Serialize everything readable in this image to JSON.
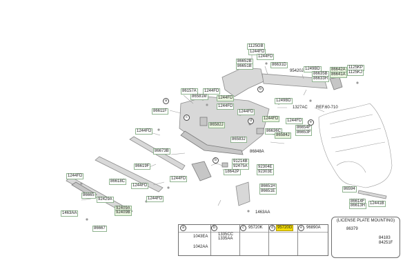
{
  "parts": {
    "p1125GB": "1125GB",
    "p1244FD_a": "1244FD",
    "p86652B": "86652B",
    "p86651B": "86651B",
    "p1244FD_b": "1244FD",
    "p86631D": "86631D",
    "p95420J": "95420J",
    "p1249BD_a": "1249BD",
    "p86635B": "86635B",
    "p86633H": "86633H",
    "p86642A": "86642A",
    "p86641A": "86641A",
    "p1125KP": "1125KP",
    "p1125KJ": "1125KJ",
    "p86157A": "86157A",
    "p1244FD_c": "1244FD",
    "p86581M": "86581M",
    "p1244FD_d": "1244FD",
    "p1249BD_b": "1249BD",
    "p1327AC": "1327AC",
    "pREF": "REF.60-710",
    "p86611F": "86611F",
    "p1244FD_e": "1244FD",
    "p1244FD_f": "1244FD",
    "p1244FD_g": "1244FD",
    "p86582J": "86582J",
    "p86636C": "86636C",
    "p86654F": "86654F",
    "p86653F": "86653F",
    "p1244FD_h": "1244FD",
    "p86583J": "86583J",
    "p86584J": "86584J",
    "p86673B": "86673B",
    "p86848A": "86848A",
    "p91214B": "91214B",
    "p92475A": "92475A",
    "p92304E": "92304E",
    "p92303E": "92303E",
    "p18642P": "18642P",
    "p86619F": "86619F",
    "p1244FD_i": "1244FD",
    "p1244FD_j": "1244FD",
    "p86618C": "86618C",
    "p1244FD_k": "1244FD",
    "p86665": "86665",
    "p92429A": "92429A",
    "p1244FD_l": "1244FD",
    "p92409A": "92409A",
    "p92409B": "92409B",
    "p1463AA_a": "1463AA",
    "p86667": "86667",
    "p86651H": "86651H",
    "p86651E": "86651E",
    "p1463AA_b": "1463AA",
    "p86594": "86594",
    "p86614F": "86614F",
    "p86613H": "86613H",
    "p12441B": "12441B"
  },
  "callouts": {
    "a": "a",
    "b": "b",
    "c": "c",
    "d": "d",
    "e": "e"
  },
  "table": {
    "a": {
      "letter": "a",
      "row1": "1043EA",
      "row2": "1042AA"
    },
    "b": {
      "letter": "b",
      "row1": "1335CC",
      "row2": "1335AA"
    },
    "c": {
      "letter": "c",
      "code": "95720K"
    },
    "d": {
      "letter": "d",
      "code": "95720G"
    },
    "e": {
      "letter": "e",
      "code": "96890A"
    }
  },
  "license": {
    "title": "(LICENSE PLATE MOUNTING)",
    "code1": "86379",
    "code2": "84183",
    "code3": "84251F"
  },
  "colors": {
    "highlight": "#f4dd05",
    "label_border": "#8fb38f"
  }
}
